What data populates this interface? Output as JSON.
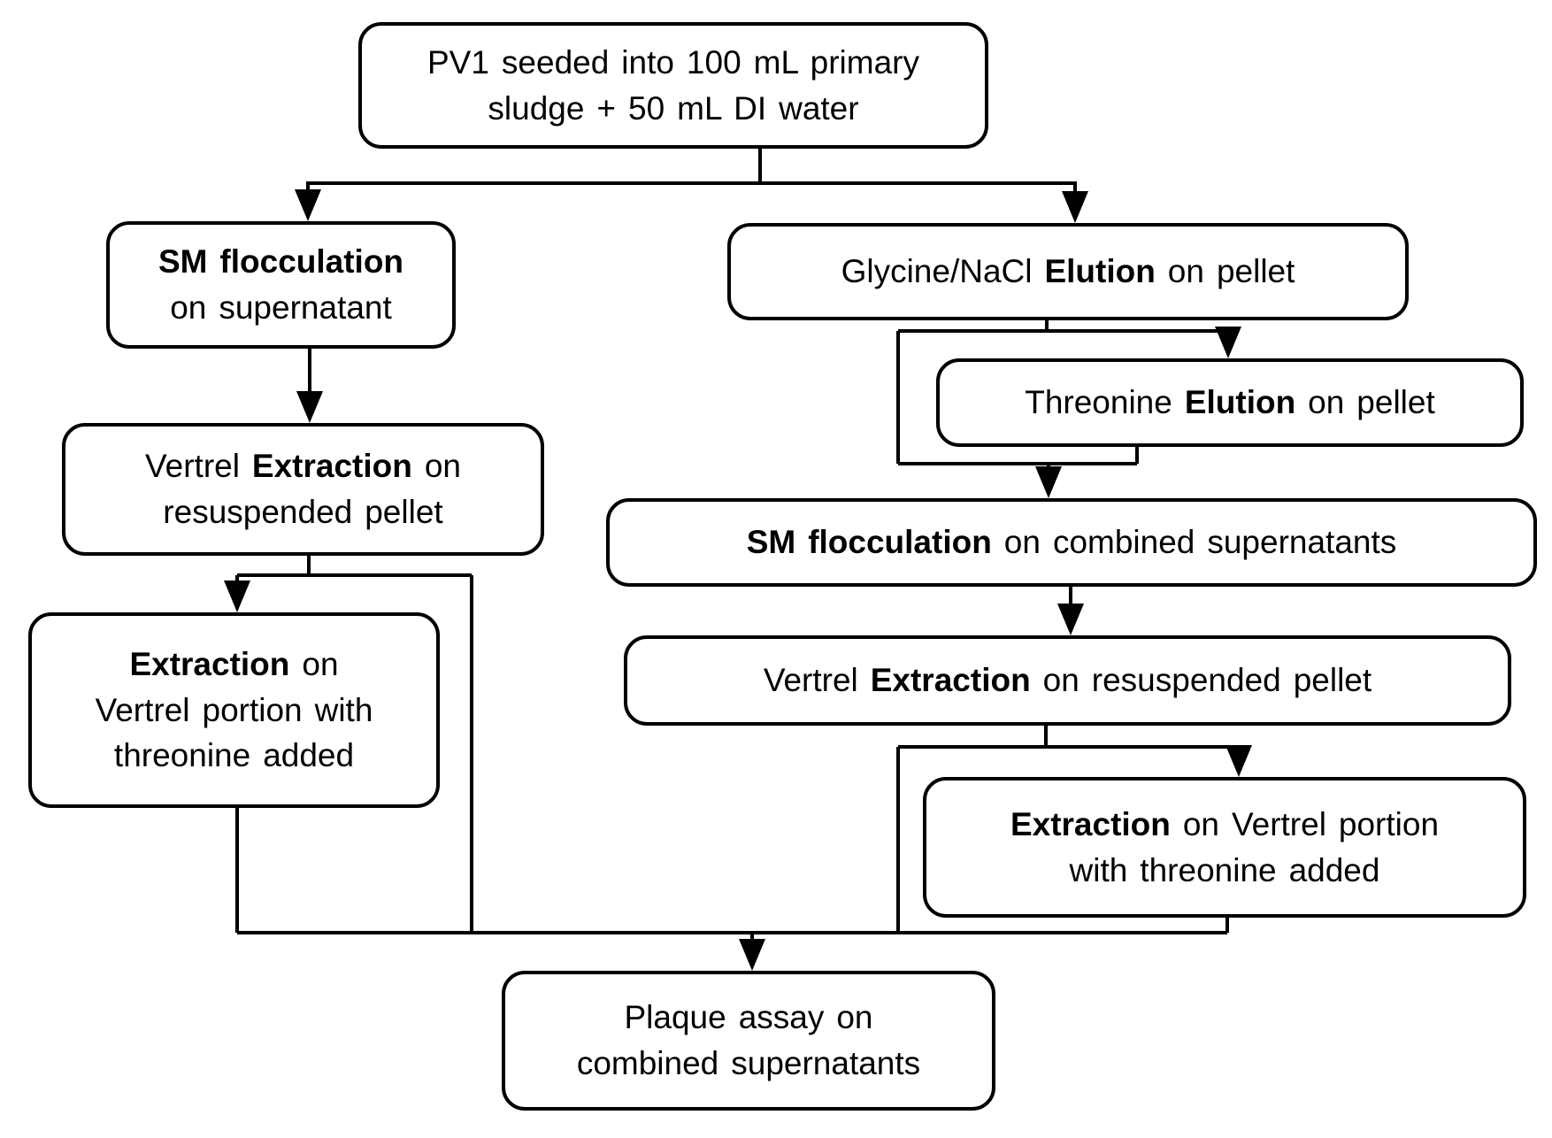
{
  "page": {
    "background": "#ffffff"
  },
  "diagram": {
    "type": "flowchart",
    "colors": {
      "box_fill": "#ffffff",
      "box_border": "#000000",
      "text": "#000000",
      "connector": "#000000"
    },
    "boxes": {
      "seed": {
        "lines": [
          [
            {
              "t": "PV1 seeded into 100 mL primary",
              "b": false
            }
          ],
          [
            {
              "t": "sludge + 50 mL DI water",
              "b": false
            }
          ]
        ]
      },
      "sm_floc_supernatant": {
        "lines": [
          [
            {
              "t": "SM flocculation",
              "b": true
            }
          ],
          [
            {
              "t": "on supernatant",
              "b": false
            }
          ]
        ]
      },
      "vertrel_extraction_left": {
        "lines": [
          [
            {
              "t": "Vertrel ",
              "b": false
            },
            {
              "t": "Extraction",
              "b": true
            },
            {
              "t": " on",
              "b": false
            }
          ],
          [
            {
              "t": "resuspended pellet",
              "b": false
            }
          ]
        ]
      },
      "extraction_threonine_left": {
        "lines": [
          [
            {
              "t": "Extraction",
              "b": true
            },
            {
              "t": " on",
              "b": false
            }
          ],
          [
            {
              "t": "Vertrel portion with",
              "b": false
            }
          ],
          [
            {
              "t": "threonine added",
              "b": false
            }
          ]
        ]
      },
      "glycine_elution": {
        "lines": [
          [
            {
              "t": "Glycine/NaCl ",
              "b": false
            },
            {
              "t": "Elution",
              "b": true
            },
            {
              "t": " on pellet",
              "b": false
            }
          ]
        ]
      },
      "threonine_elution": {
        "lines": [
          [
            {
              "t": "Threonine ",
              "b": false
            },
            {
              "t": "Elution",
              "b": true
            },
            {
              "t": " on pellet",
              "b": false
            }
          ]
        ]
      },
      "sm_floc_combined": {
        "lines": [
          [
            {
              "t": "SM flocculation",
              "b": true
            },
            {
              "t": " on combined supernatants",
              "b": false
            }
          ]
        ]
      },
      "vertrel_extraction_right": {
        "lines": [
          [
            {
              "t": "Vertrel ",
              "b": false
            },
            {
              "t": "Extraction",
              "b": true
            },
            {
              "t": " on resuspended pellet",
              "b": false
            }
          ]
        ]
      },
      "extraction_threonine_right": {
        "lines": [
          [
            {
              "t": "Extraction",
              "b": true
            },
            {
              "t": " on Vertrel portion",
              "b": false
            }
          ],
          [
            {
              "t": "with threonine added",
              "b": false
            }
          ]
        ]
      },
      "plaque_assay": {
        "lines": [
          [
            {
              "t": "Plaque assay on",
              "b": false
            }
          ],
          [
            {
              "t": "combined supernatants",
              "b": false
            }
          ]
        ]
      }
    },
    "edges": [
      {
        "from": "seed",
        "to": "sm_floc_supernatant"
      },
      {
        "from": "seed",
        "to": "glycine_elution"
      },
      {
        "from": "sm_floc_supernatant",
        "to": "vertrel_extraction_left"
      },
      {
        "from": "vertrel_extraction_left",
        "to": "extraction_threonine_left"
      },
      {
        "from": "vertrel_extraction_left",
        "to": "plaque_assay"
      },
      {
        "from": "extraction_threonine_left",
        "to": "plaque_assay"
      },
      {
        "from": "glycine_elution",
        "to": "threonine_elution"
      },
      {
        "from": "glycine_elution",
        "to": "sm_floc_combined"
      },
      {
        "from": "threonine_elution",
        "to": "sm_floc_combined"
      },
      {
        "from": "sm_floc_combined",
        "to": "vertrel_extraction_right"
      },
      {
        "from": "vertrel_extraction_right",
        "to": "extraction_threonine_right"
      },
      {
        "from": "vertrel_extraction_right",
        "to": "plaque_assay"
      },
      {
        "from": "extraction_threonine_right",
        "to": "plaque_assay"
      }
    ]
  }
}
